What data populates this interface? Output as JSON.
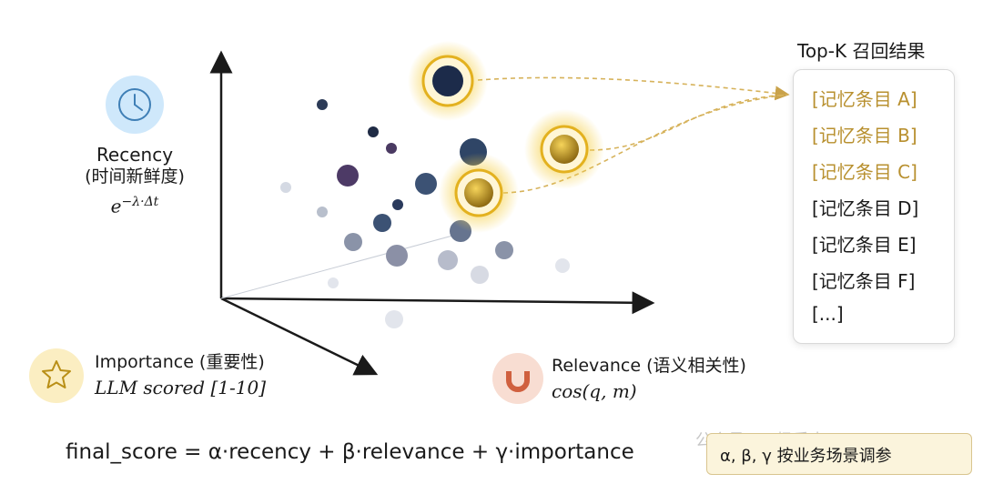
{
  "axes": {
    "recency": {
      "title": "Recency",
      "subtitle": "(时间新鲜度)",
      "formula": "e^{−λ·Δt}",
      "formula_base": "e",
      "formula_exp": "−λ·Δt",
      "icon": "clock-icon",
      "icon_color": "#cfe8fb"
    },
    "importance": {
      "title": "Importance (重要性)",
      "formula": "LLM scored [1-10]",
      "icon": "star-icon",
      "icon_color": "#fbeec2"
    },
    "relevance": {
      "title": "Relevance (语义相关性)",
      "formula": "cos(q, m)",
      "icon": "magnet-icon",
      "icon_color": "#f8ddd2"
    }
  },
  "topk": {
    "title": "Top-K 召回结果",
    "items": [
      {
        "label": "[记忆条目 A]",
        "highlight": true
      },
      {
        "label": "[记忆条目 B]",
        "highlight": true
      },
      {
        "label": "[记忆条目 C]",
        "highlight": true
      },
      {
        "label": "[记忆条目 D]",
        "highlight": false
      },
      {
        "label": "[记忆条目 E]",
        "highlight": false
      },
      {
        "label": "[记忆条目 F]",
        "highlight": false
      },
      {
        "label": "[...]",
        "highlight": false
      }
    ],
    "highlight_color": "#b8902f"
  },
  "final_score": "final_score = α·recency + β·relevance + γ·importance",
  "tuning_note": "α, β, γ 按业务场景调参",
  "watermark": "公众号 · 叮杨秃本",
  "colors": {
    "axis": "#1a1a1a",
    "gold": "#e8b820",
    "navy": "#1c2b4a",
    "dashed": "#d6b25a"
  }
}
